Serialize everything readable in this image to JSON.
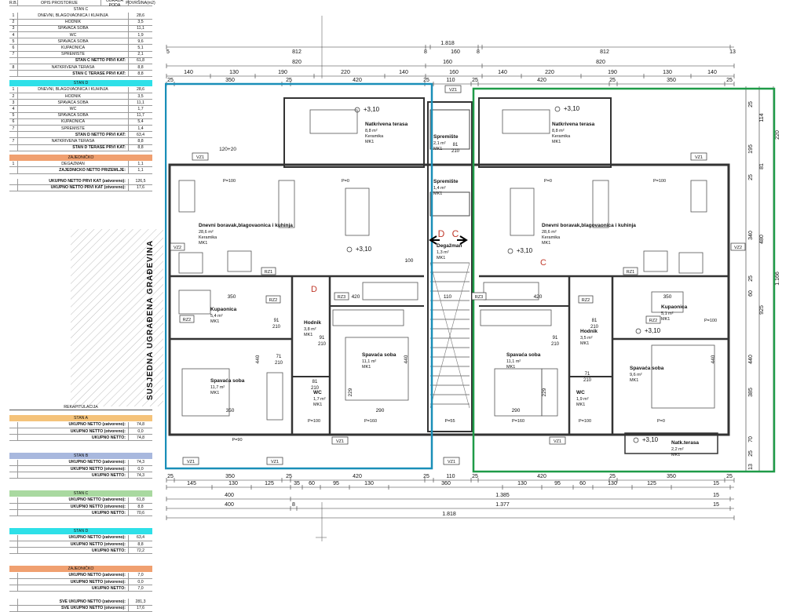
{
  "sheet": {
    "head": {
      "rb": "R.B.",
      "opis": "OPIS PROSTORIJE",
      "obrada": "OBRADA PODA",
      "povrsina": "POVRŠINA(m2)"
    },
    "stan_c": {
      "title": "STAN C",
      "rows": [
        {
          "n": "1",
          "name": "DNEVNI, BLAGOVAONICA I KUHINJA",
          "v": "28,6"
        },
        {
          "n": "2",
          "name": "HODNIK",
          "v": "3,5"
        },
        {
          "n": "3",
          "name": "SPAVAĆA SOBA",
          "v": "11,1"
        },
        {
          "n": "4",
          "name": "WC",
          "v": "1,9"
        },
        {
          "n": "5",
          "name": "SPAVAĆA SOBA",
          "v": "9,6"
        },
        {
          "n": "6",
          "name": "KUPAONICA",
          "v": "5,1"
        },
        {
          "n": "7",
          "name": "SPREMIŠTE",
          "v": "2,1"
        }
      ],
      "total_netto_label": "STAN C NETTO PRVI KAT:",
      "total_netto": "61,8",
      "terrace": {
        "n": "8",
        "name": "NATKRIVENA TERASA",
        "v": "8,8"
      },
      "total_terrace_label": "STAN C TERASE PRVI KAT:",
      "total_terrace": "8,8"
    },
    "stan_d": {
      "title": "STAN D",
      "rows": [
        {
          "n": "1",
          "name": "DNEVNI, BLAGOVAONICA I KUHINJA",
          "v": "28,6"
        },
        {
          "n": "2",
          "name": "HODNIK",
          "v": "3,5"
        },
        {
          "n": "3",
          "name": "SPAVAĆA SOBA",
          "v": "11,1"
        },
        {
          "n": "4",
          "name": "WC",
          "v": "1,7"
        },
        {
          "n": "5",
          "name": "SPAVAĆA SOBA",
          "v": "11,7"
        },
        {
          "n": "6",
          "name": "KUPAONICA",
          "v": "5,4"
        },
        {
          "n": "7",
          "name": "SPREMIŠTE",
          "v": "1,4"
        }
      ],
      "total_netto_label": "STAN D NETTO PRVI KAT:",
      "total_netto": "63,4",
      "terrace": {
        "n": "7",
        "name": "NATKRIVENA TERASA",
        "v": "8,8"
      },
      "total_terrace_label": "STAN D TERASE PRVI KAT:",
      "total_terrace": "8,8"
    },
    "zajednicko": {
      "title": "ZAJEDNIČKO",
      "rows": [
        {
          "n": "1",
          "name": "DEGAŽMAN",
          "v": "1,1"
        }
      ],
      "total_label": "ZAJEDNIČKO NETTO PRIZEMLJE:",
      "total": "1,1"
    },
    "ukupno_prvi": [
      {
        "name": "UKUPNO NETTO PRVI KAT (zatvoreno):",
        "v": "126,5"
      },
      {
        "name": "UKUPNO NETTO PRVI KAT (otvoreno):",
        "v": "17,6"
      }
    ],
    "rekapitulacija": {
      "title": "REKAPITULACIJA",
      "blocks": [
        {
          "title": "STAN A",
          "rows": [
            [
              "UKUPNO NETTO (zatvoreno):",
              "74,8"
            ],
            [
              "UKUPNO NETTO (otvoreno):",
              "0,0"
            ],
            [
              "UKUPNO NETTO:",
              "74,8"
            ]
          ]
        },
        {
          "title": "STAN B",
          "rows": [
            [
              "UKUPNO NETTO (zatvoreno):",
              "74,3"
            ],
            [
              "UKUPNO NETTO (otvoreno):",
              "0,0"
            ],
            [
              "UKUPNO NETTO:",
              "74,3"
            ]
          ]
        },
        {
          "title": "STAN C",
          "rows": [
            [
              "UKUPNO NETTO (zatvoreno):",
              "61,8"
            ],
            [
              "UKUPNO NETTO (otvoreno):",
              "8,8"
            ],
            [
              "UKUPNO NETTO:",
              "70,6"
            ]
          ]
        },
        {
          "title": "STAN D",
          "rows": [
            [
              "UKUPNO NETTO (zatvoreno):",
              "63,4"
            ],
            [
              "UKUPNO NETTO (otvoreno):",
              "8,8"
            ],
            [
              "UKUPNO NETTO:",
              "72,2"
            ]
          ]
        },
        {
          "title": "ZAJEDNIČKO",
          "rows": [
            [
              "UKUPNO NETTO (zatvoreno):",
              "7,0"
            ],
            [
              "UKUPNO NETTO (otvoreno):",
              "0,0"
            ],
            [
              "UKUPNO NETTO:",
              "7,0"
            ]
          ]
        }
      ],
      "sve": [
        [
          "SVE UKUPNO NETTO (zatvoreno):",
          "281,3"
        ],
        [
          "SVE UKUPNO NETTO (otvoreno):",
          "17,6"
        ]
      ]
    }
  },
  "neighbor": {
    "label": "SUSJEDNA UGRAĐENA GRAĐEVINA"
  },
  "plan": {
    "dims_top": {
      "overall": "1.818",
      "row1": [
        "5",
        "812",
        "8",
        "160",
        "8",
        "812",
        "13"
      ],
      "row2": [
        "820",
        "160",
        "820"
      ],
      "row3": [
        "140",
        "130",
        "190",
        "220",
        "140",
        "160",
        "140",
        "220",
        "190",
        "130",
        "140"
      ],
      "row4": [
        "25",
        "350",
        "25",
        "420",
        "25",
        "110",
        "25",
        "420",
        "25",
        "350",
        "25"
      ]
    },
    "dims_bottom": {
      "row1": [
        "25",
        "350",
        "25",
        "420",
        "25",
        "110",
        "25",
        "420",
        "25",
        "350",
        "25"
      ],
      "row2": [
        "145",
        "130",
        "125",
        "35",
        "60",
        "95",
        "130",
        "360",
        "130",
        "95",
        "60",
        "130",
        "125",
        "15"
      ],
      "row3": [
        "400",
        "1.385",
        "15"
      ],
      "row4": [
        "400",
        "8",
        "1.377",
        "15"
      ],
      "overall": "1.818"
    },
    "dims_right": [
      "25",
      "114",
      "220",
      "195",
      "81",
      "25",
      "340",
      "480",
      "25",
      "60",
      "925",
      "1.166",
      "440",
      "385",
      "70",
      "25",
      "13"
    ],
    "rooms": {
      "terrace_d": {
        "name": "Natkrivena terasa",
        "area": "8,8 m²",
        "mat1": "Keramika",
        "mat2": "MK1"
      },
      "terrace_c": {
        "name": "Natkrivena terasa",
        "area": "8,8 m²",
        "mat1": "Keramika",
        "mat2": "MK1"
      },
      "spremiste_1": {
        "name": "Spremište",
        "area": "2,1 m²",
        "mat": "MK1"
      },
      "spremiste_2": {
        "name": "Spremište",
        "area": "1,4 m²",
        "mat": "MK1"
      },
      "living_d": {
        "name": "Dnevni boravak,blagovaonica i kuhinja",
        "area": "28,6 m²",
        "mat1": "Keramika",
        "mat2": "MK1"
      },
      "living_c": {
        "name": "Dnevni boravak,blagovaonica i kuhinja",
        "area": "28,6 m²",
        "mat1": "Keramika",
        "mat2": "MK1"
      },
      "degazman": {
        "name": "Degažman",
        "area": "1,3 m²",
        "mat": "MK1"
      },
      "kupaonica_d": {
        "name": "Kupaonica",
        "area": "5,4 m²",
        "mat": "MK1"
      },
      "kupaonica_c": {
        "name": "Kupaonica",
        "area": "5,1 m²",
        "mat": "MK1"
      },
      "hodnik_d": {
        "name": "Hodnik",
        "area": "3,8 m²",
        "mat": "MK1"
      },
      "hodnik_c": {
        "name": "Hodnik",
        "area": "3,5 m²",
        "mat": "MK1"
      },
      "spavaca_d1": {
        "name": "Spavaća soba",
        "area": "11,7 m²",
        "mat": "MK1"
      },
      "spavaca_d2": {
        "name": "Spavaća soba",
        "area": "11,1 m²",
        "mat": "MK1"
      },
      "spavaca_c1": {
        "name": "Spavaća soba",
        "area": "11,1 m²",
        "mat": "MK1"
      },
      "spavaca_c2": {
        "name": "Spavaća soba",
        "area": "9,6 m²",
        "mat": "MK1"
      },
      "wc_d": {
        "name": "WC",
        "area": "1,7 m²",
        "mat": "MK1"
      },
      "wc_c": {
        "name": "WC",
        "area": "1,9 m²",
        "mat": "MK1"
      },
      "natk_terasa": {
        "name": "Natk.terasa",
        "area": "2,2 m²",
        "mat": "MK1"
      }
    },
    "levels": [
      "+3,10",
      "+3,10",
      "+3,10",
      "+3,10",
      "+3,10",
      "+3,10"
    ],
    "unit_letters": {
      "d": "D",
      "c": "C",
      "d_small": "D",
      "c_small": "C"
    },
    "window_tags": [
      "VZ1",
      "VZ1",
      "VZ1",
      "VZ1",
      "VZ1",
      "VZ1",
      "VZ1",
      "VZ1"
    ],
    "misc_tags": [
      "RZ1",
      "RZ1",
      "RZ2",
      "RZ2",
      "RZ2",
      "RZ2",
      "RZ3",
      "RZ3",
      "VZ2",
      "VZ2"
    ],
    "sill_labels": [
      "P=100",
      "P=0",
      "P=0",
      "P=100",
      "P=100",
      "P=160",
      "P=55",
      "P=160",
      "P=100",
      "P=0",
      "P=90",
      "P=100"
    ],
    "door_labels": [
      "81",
      "210",
      "91",
      "210",
      "91",
      "210",
      "71",
      "210",
      "81",
      "210",
      "91",
      "210",
      "71",
      "210",
      "81",
      "210"
    ],
    "misc_dims": [
      "350",
      "420",
      "420",
      "350",
      "110",
      "290",
      "290",
      "350",
      "440",
      "440",
      "440",
      "229",
      "229",
      "120+20",
      "100"
    ]
  }
}
